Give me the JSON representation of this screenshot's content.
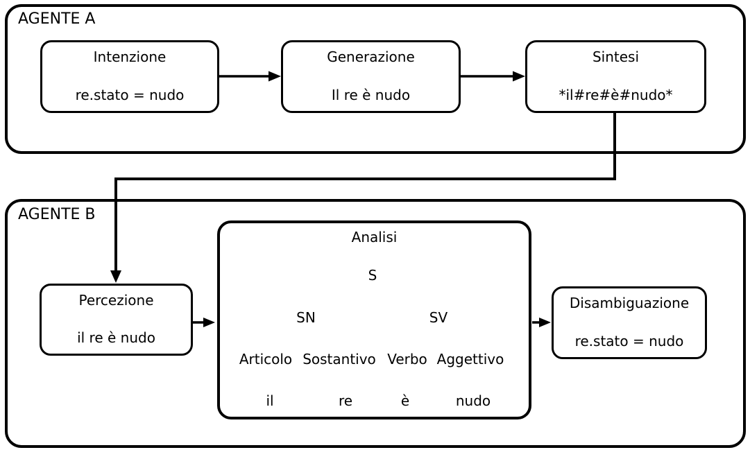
{
  "colors": {
    "ink": "#000000",
    "paper": "#ffffff"
  },
  "agent_a": {
    "label": "AGENTE A",
    "boxes": [
      {
        "title": "Intenzione",
        "value": "re.stato = nudo"
      },
      {
        "title": "Generazione",
        "value": "Il re è nudo"
      },
      {
        "title": "Sintesi",
        "value": "*il#re#è#nudo*"
      }
    ]
  },
  "agent_b": {
    "label": "AGENTE B",
    "perception": {
      "title": "Percezione",
      "value": "il re è nudo"
    },
    "analysis": {
      "title": "Analisi",
      "tree": {
        "root": "S",
        "level1": [
          "SN",
          "SV"
        ],
        "level2": [
          "Articolo",
          "Sostantivo",
          "Verbo",
          "Aggettivo"
        ],
        "level3": [
          "il",
          "re",
          "è",
          "nudo"
        ]
      }
    },
    "disambiguation": {
      "title": "Disambiguazione",
      "value": "re.stato = nudo"
    }
  }
}
